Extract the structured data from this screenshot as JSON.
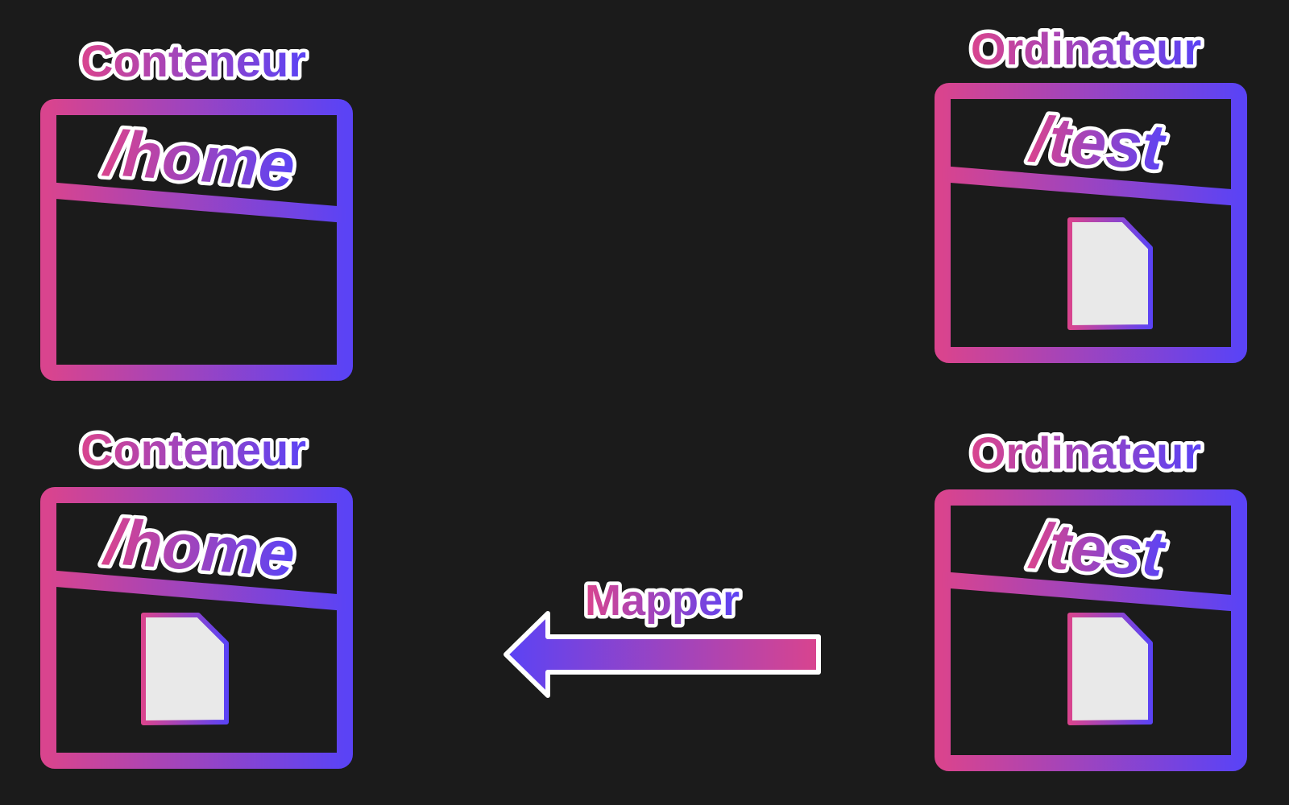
{
  "colors": {
    "background": "#1b1b1b",
    "gradient_start": "#d9448e",
    "gradient_end": "#5b43f5",
    "file_fill": "#e9e9e9",
    "outline": "#ffffff"
  },
  "top_row": {
    "container": {
      "title": "Conteneur",
      "path": "/home",
      "has_file": false
    },
    "computer": {
      "title": "Ordinateur",
      "path": "/test",
      "has_file": true
    }
  },
  "bottom_row": {
    "container": {
      "title": "Conteneur",
      "path": "/home",
      "has_file": true
    },
    "computer": {
      "title": "Ordinateur",
      "path": "/test",
      "has_file": true
    },
    "arrow": {
      "label": "Mapper",
      "direction": "left",
      "icon": "arrow-left-icon"
    }
  },
  "icons": {
    "file": "file-icon"
  }
}
